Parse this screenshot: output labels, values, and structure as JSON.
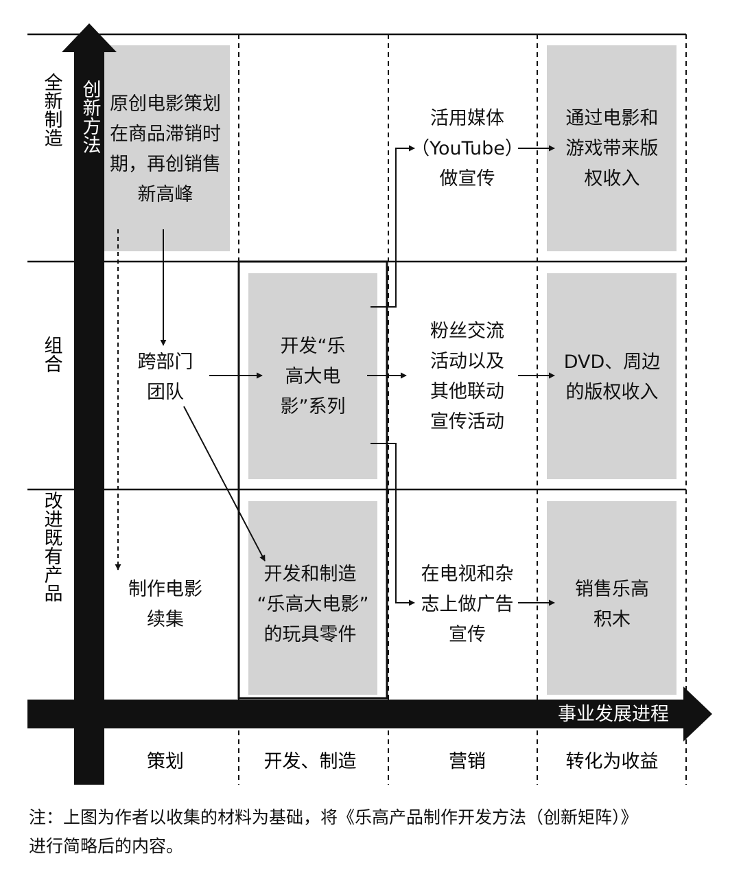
{
  "rows": {
    "top": "全新制造",
    "middle": "组合",
    "bottom": "改进既有产品"
  },
  "vertical_axis_label": "创新方法",
  "horizontal_axis_label": "事业发展进程",
  "columns": [
    "策划",
    "开发、制造",
    "营销",
    "转化为收益"
  ],
  "cells": {
    "top_plan": [
      "原创电影策划",
      "在商品滞销时",
      "期，再创销售",
      "新高峰"
    ],
    "top_market": [
      "活用媒体",
      "（YouTube）",
      "做宣传"
    ],
    "top_revenue": [
      "通过电影和",
      "游戏带来版",
      "权收入"
    ],
    "mid_plan": [
      "跨部门",
      "团队"
    ],
    "mid_dev": [
      "开发“乐",
      "高大电",
      "影”系列"
    ],
    "mid_market": [
      "粉丝交流",
      "活动以及",
      "其他联动",
      "宣传活动"
    ],
    "mid_revenue": [
      "DVD、周边",
      "的版权收入"
    ],
    "bot_plan": [
      "制作电影",
      "续集"
    ],
    "bot_dev": [
      "开发和制造",
      "“乐高大电影”",
      "的玩具零件"
    ],
    "bot_market": [
      "在电视和杂",
      "志上做广告",
      "宣传"
    ],
    "bot_revenue": [
      "销售乐高",
      "积木"
    ]
  },
  "note": {
    "line1": "注：上图为作者以收集的材料为基础，将《乐高产品制作开发方法（创新矩阵）》",
    "line2": "进行简略后的内容。"
  }
}
